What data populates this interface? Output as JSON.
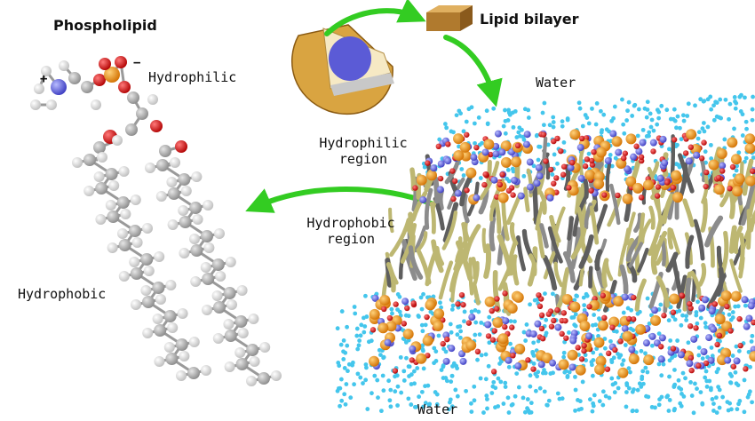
{
  "labels": {
    "phospholipid": "Phospholipid",
    "lipid_bilayer": "Lipid bilayer",
    "hydrophilic": "Hydrophilic",
    "hydrophobic": "Hydrophobic",
    "water_top": "Water",
    "water_bottom": "Water",
    "hydrophilic_region_1": "Hydrophilic",
    "hydrophilic_region_2": "region",
    "hydrophobic_region_1": "Hydrophobic",
    "hydrophobic_region_2": "region",
    "plus_sign": "+",
    "minus_sign": "−"
  },
  "colors": {
    "arrow": "#33cc22",
    "water": "#44c6ec",
    "head_orange": "#f49a1a",
    "head_blue": "#7f86e6",
    "oxygen_red": "#e02020",
    "tail_khaki": "#bdb772",
    "tail_grey": "#8c8c8c",
    "atom_white": "#f2f2f2",
    "carbon_grey": "#b0b0b0",
    "cell_tan": "#d9a441",
    "nucleus_blue": "#5b5bd6",
    "bilayer_box": "#b07a2e"
  }
}
